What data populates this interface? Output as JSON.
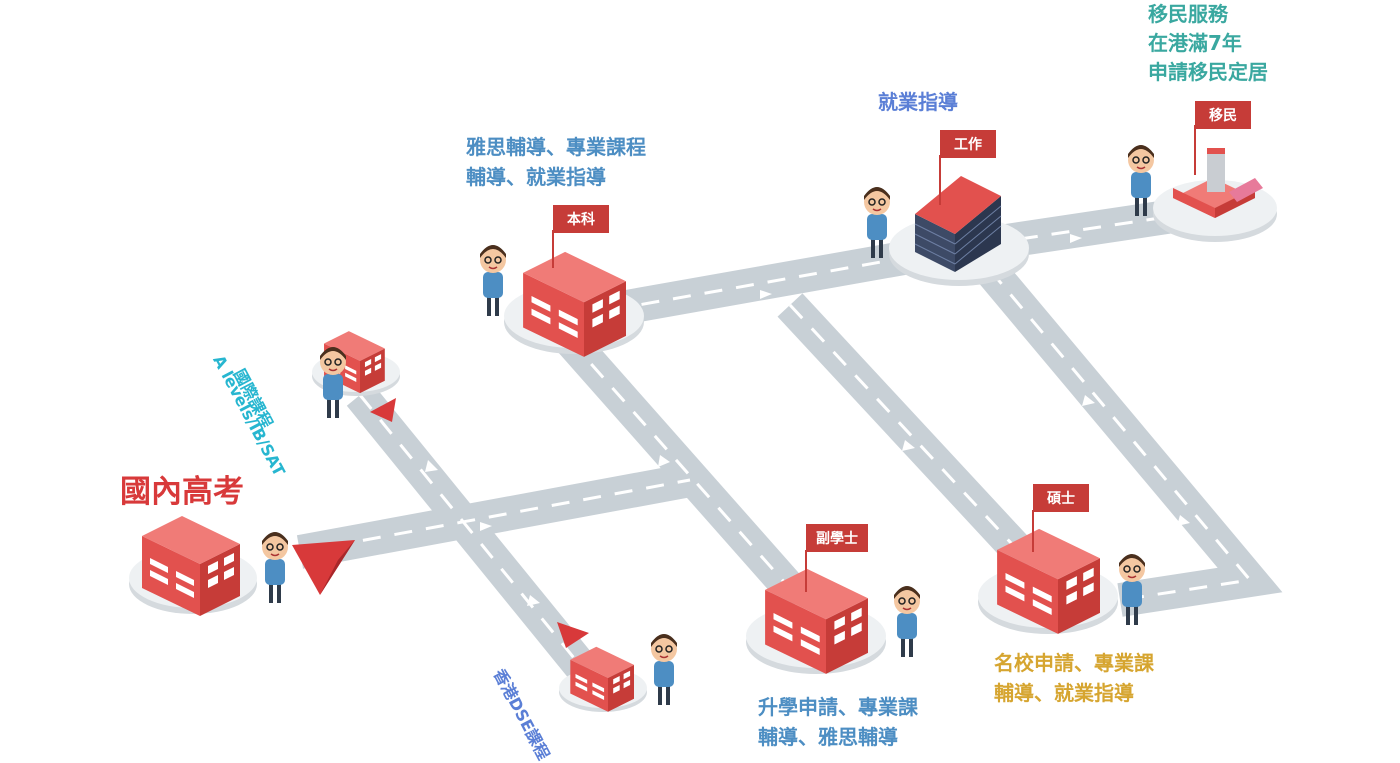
{
  "colors": {
    "road": "#c8d0d6",
    "road_dash": "#ffffff",
    "building_front": "#e2514e",
    "building_side": "#c63c38",
    "building_roof": "#f07b77",
    "platform": "#e9ecee",
    "flag": "#c63c38",
    "arrow": "#d8393a",
    "title_red": "#d8393a",
    "blue": "#4d8ec3",
    "purple_blue": "#5b7fd6",
    "teal": "#3aa8a0",
    "gold": "#d6a530",
    "cyan": "#27b6d0"
  },
  "labels": {
    "domestic": "國內高考",
    "intl_course": "國際課程",
    "intl_exams": "A levels/IB/SAT",
    "dse": "香港DSE課程",
    "bachelor_service_1": "雅思輔導、專業課程",
    "bachelor_service_2": "輔導、就業指導",
    "work_service": "就業指導",
    "immig_1": "移民服務",
    "immig_2": "在港滿7年",
    "immig_3": "申請移民定居",
    "assoc_service_1": "升學申請、專業課",
    "assoc_service_2": "輔導、雅思輔導",
    "master_service_1": "名校申請、專業課",
    "master_service_2": "輔導、就業指導"
  },
  "flags": {
    "bachelor": "本科",
    "work": "工作",
    "immigration": "移民",
    "associate": "副學士",
    "master": "碩士"
  }
}
